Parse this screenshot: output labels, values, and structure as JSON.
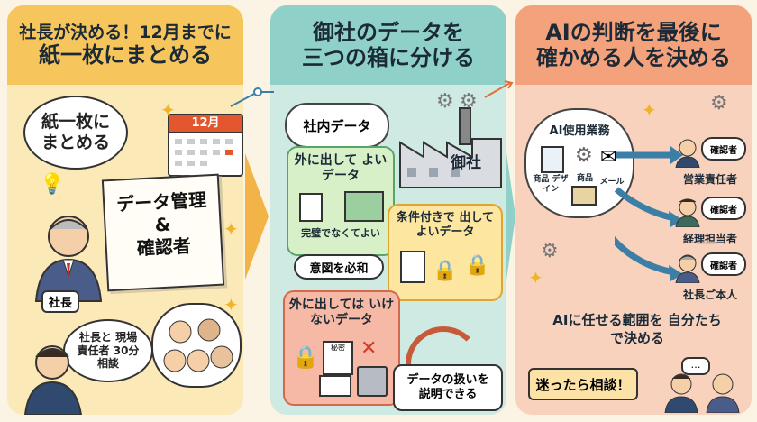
{
  "panel1": {
    "title_line1": "社長が決める！12月までに",
    "title_line2": "紙一枚にまとめる",
    "bubble_one_page": "紙一枚に まとめる",
    "calendar_label": "12月",
    "paper_line1": "データ管理",
    "paper_line2": "&",
    "paper_line3": "確認者",
    "president_tag": "社長",
    "consult_bubble": "社長と 現場責任者 30分相談"
  },
  "panel2": {
    "title_line1": "御社のデータを",
    "title_line2": "三つの箱に分ける",
    "cloud_label": "社内データ",
    "factory_label": "御社",
    "green_box_title": "外に出して よいデータ",
    "green_caption": "完璧でなくてよい",
    "intent_label": "意図を必和",
    "yellow_box_title": "条件付きで 出してよいデータ",
    "red_box_title": "外に出しては いけないデータ",
    "explain_label": "データの扱いを 説明できる",
    "doc_tag": "秘密"
  },
  "panel3": {
    "title_line1": "AIの判断を最後に",
    "title_line2": "確かめる人を決める",
    "cloud_label": "AI使用業務",
    "task_design": "商品 デザイン",
    "task_product": "商品",
    "task_mail": "メール",
    "checker_tag": "確認者",
    "role_sales": "営業責任者",
    "role_accounting": "経理担当者",
    "role_president": "社長ご本人",
    "scope_text": "AIに任せる範囲を 自分たちで決める",
    "consult_label": "迷ったら相談！",
    "ellipsis": "…"
  },
  "colors": {
    "panel1_bg": "#fbe9b8",
    "panel2_bg": "#cfe9e3",
    "panel3_bg": "#f8d2bd",
    "green_box": "#d8f0c8",
    "yellow_box": "#fde6a0",
    "red_box": "#f6b9a6",
    "arrow_blue": "#3c7fa6"
  }
}
